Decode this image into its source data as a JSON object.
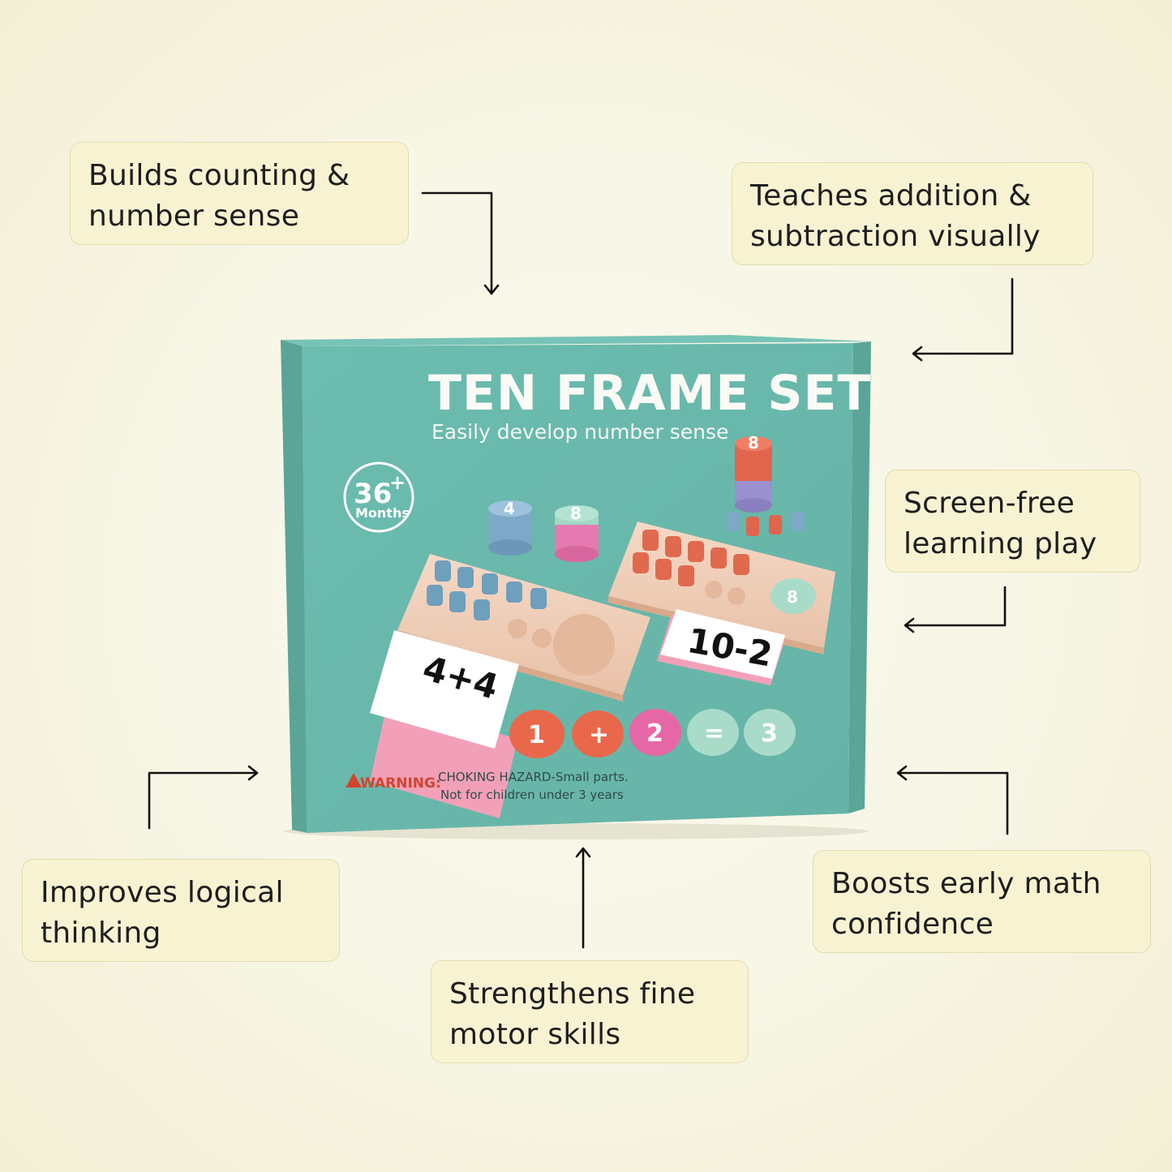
{
  "callouts": {
    "counting": [
      "Builds counting &",
      "number sense"
    ],
    "addition": [
      "Teaches addition &",
      "subtraction visually"
    ],
    "screen_free": [
      "Screen-free",
      "learning play"
    ],
    "logical": [
      "Improves logical",
      "thinking"
    ],
    "motor": [
      "Strengthens fine",
      "motor skills"
    ],
    "math": [
      "Boosts early math",
      "confidence"
    ]
  },
  "product_box": {
    "title": "TEN FRAME SETS",
    "subtitle": "Easily develop number sense",
    "age_badge": {
      "number": "36",
      "plus": "+",
      "unit": "Months"
    },
    "cards": {
      "left": "4+4",
      "right": "10-2"
    },
    "counter_labels": {
      "stack_blue": "4",
      "stack_green": "8",
      "stack_tall": "8",
      "disc_right": "8"
    },
    "equation_discs": [
      "1",
      "+",
      "2",
      "=",
      "3"
    ],
    "warning": {
      "label": "WARNING:",
      "line1": "CHOKING HAZARD-Small parts.",
      "line2": "Not for children under 3 years"
    },
    "colors": {
      "box_teal": "#6ab8ac",
      "tray_wood": "#f2d2bc",
      "disc_orange": "#e9684b",
      "disc_pink": "#e667a6",
      "disc_mint": "#a9dbc9"
    }
  }
}
